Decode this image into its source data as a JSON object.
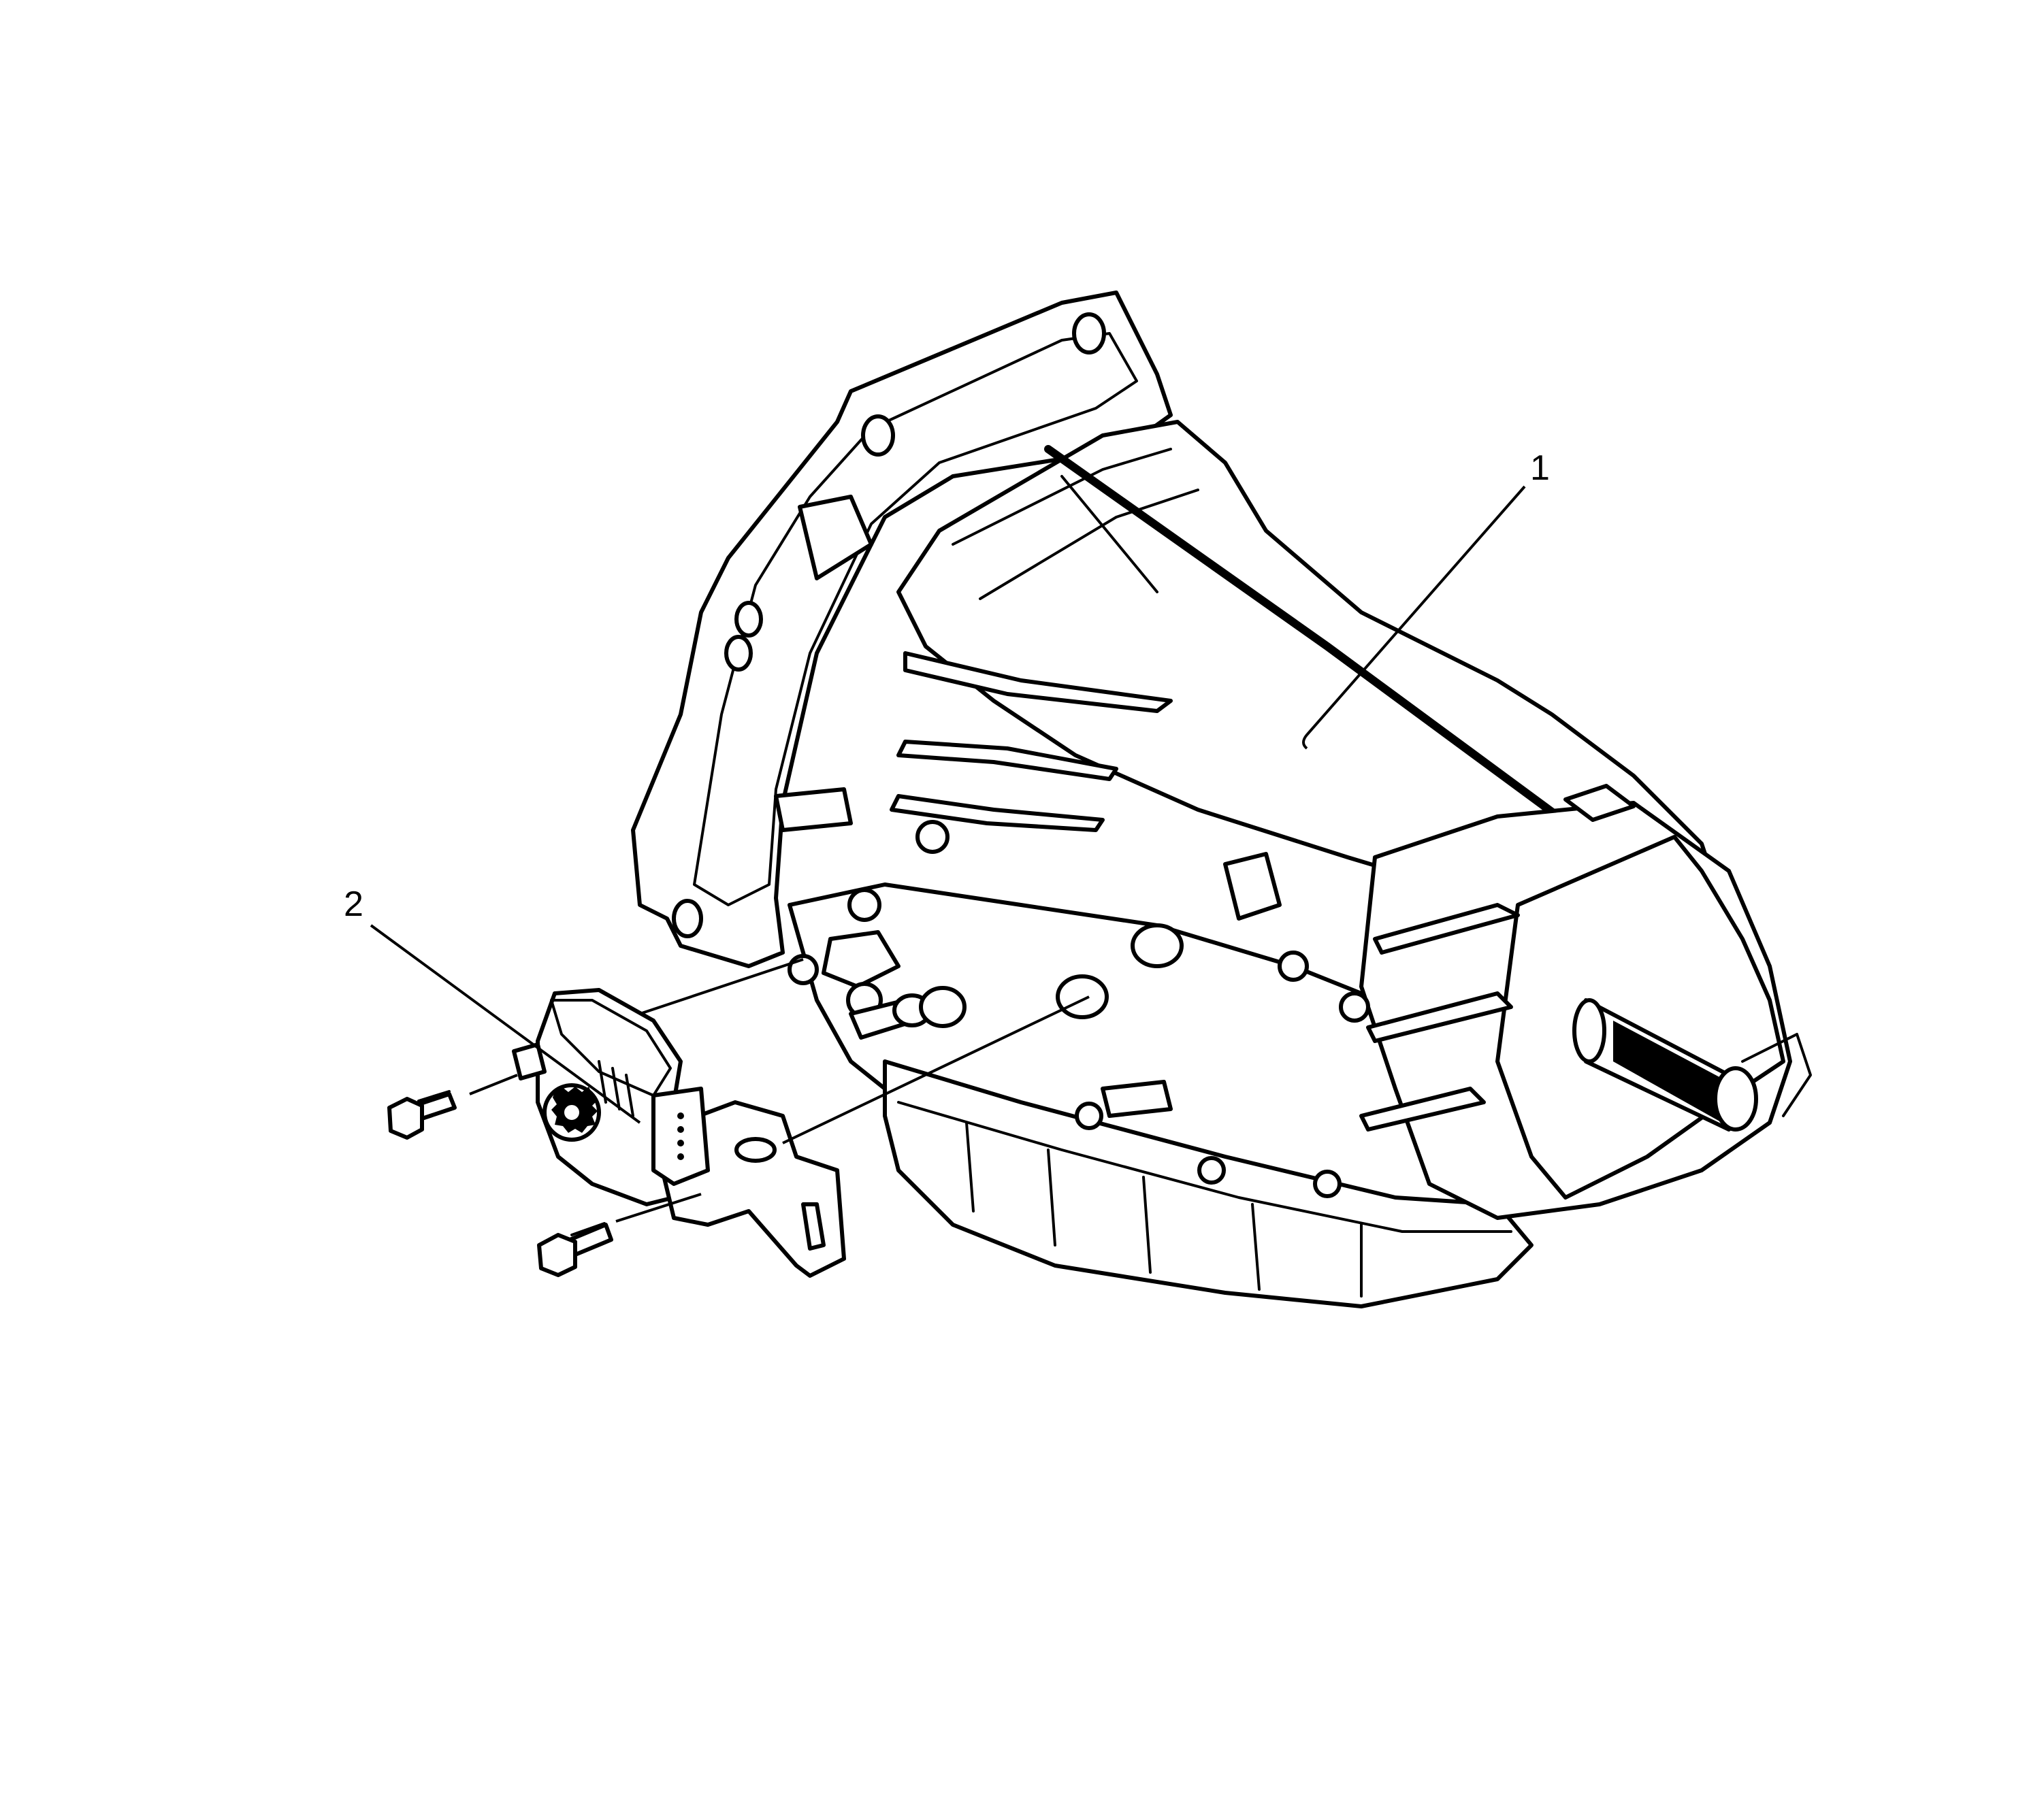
{
  "callouts": [
    {
      "id": "1",
      "label": "1",
      "part": "transmission-assembly"
    },
    {
      "id": "2",
      "label": "2",
      "part": "park-neutral-position-switch"
    }
  ]
}
